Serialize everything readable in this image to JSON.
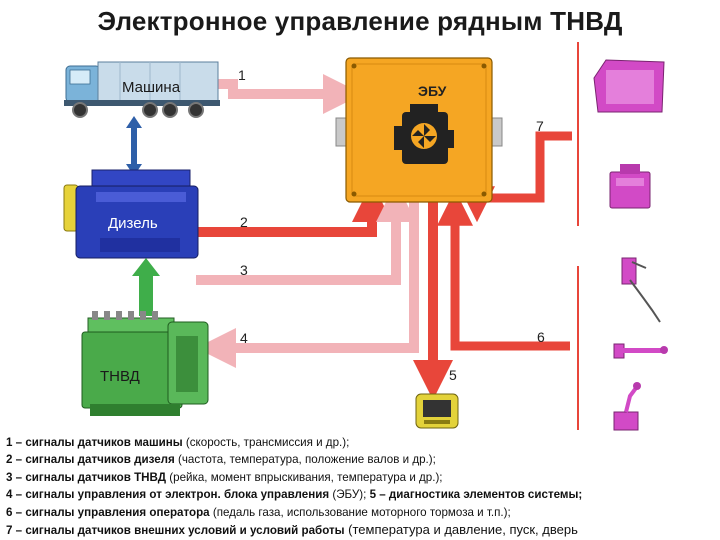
{
  "title": "Электронное управление рядным ТНВД",
  "blocks": {
    "truck": "Машина",
    "diesel": "Дизель",
    "pump": "ТНВД",
    "ecu": "ЭБУ"
  },
  "arrow_numbers": [
    "1",
    "2",
    "3",
    "4",
    "5",
    "6",
    "7"
  ],
  "legend": {
    "l1_bold": "1 – сигналы датчиков машины",
    "l1_rest": " (скорость, трансмиссия и др.);",
    "l2_bold": "2  – сигналы датчиков дизеля",
    "l2_rest": " (частота, температура, положение валов и др.);",
    "l3_bold": "3  – сигналы датчиков ТНВД",
    "l3_rest": " (рейка, момент впрыскивания, температура и др.);",
    "l4_bold": "4  – сигналы управления от электрон. блока управления",
    "l4_rest": " (ЭБУ); ",
    "l4_bold2": "5 – диагностика элементов системы;",
    "l5_bold": "6 – сигналы управления оператора",
    "l5_rest": " (педаль газа, использование моторного тормоза и т.п.);",
    "l6_bold": "7 – сигналы датчиков внешних условий и условий работы",
    "l6_rest": " (температура и давление, пуск, дверь"
  },
  "colors": {
    "arrow_red": "#e8463a",
    "arrow_pink": "#f2b3b8",
    "arrow_blue": "#2e5fa8",
    "arrow_green": "#3fae4a",
    "ecu_orange": "#f5a623",
    "truck_blue": "#7bb3d9",
    "diesel_blue": "#2a3fb8",
    "pump_green": "#4aaa4a",
    "sensor_magenta": "#d24ac6"
  }
}
